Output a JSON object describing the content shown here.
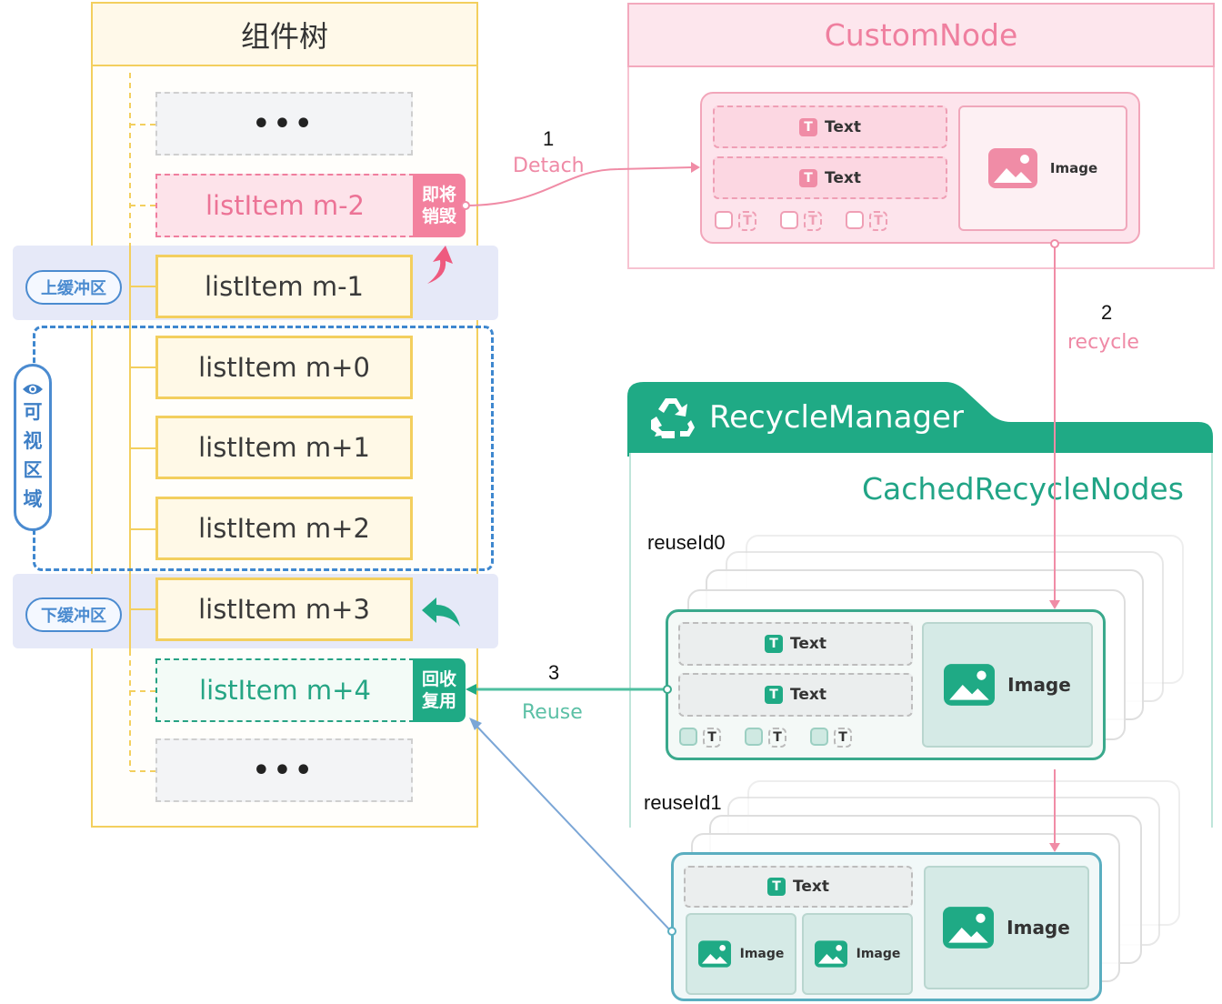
{
  "component_tree": {
    "title": "组件树",
    "upper_buffer_label": "上缓冲区",
    "lower_buffer_label": "下缓冲区",
    "visible_area_label": [
      "可",
      "视",
      "区",
      "域"
    ],
    "items": [
      {
        "label": "•••",
        "state": "placeholder"
      },
      {
        "label": "listItem m-2",
        "state": "to-destroy",
        "tag": [
          "即将",
          "销毁"
        ]
      },
      {
        "label": "listItem m-1",
        "state": "upper-buffer"
      },
      {
        "label": "listItem m+0",
        "state": "visible"
      },
      {
        "label": "listItem m+1",
        "state": "visible"
      },
      {
        "label": "listItem m+2",
        "state": "visible"
      },
      {
        "label": "listItem m+3",
        "state": "lower-buffer"
      },
      {
        "label": "listItem m+4",
        "state": "reused",
        "tag": [
          "回收",
          "复用"
        ]
      },
      {
        "label": "•••",
        "state": "placeholder"
      }
    ]
  },
  "steps": [
    {
      "number": "1",
      "label": "Detach",
      "color": "#ef8aa6"
    },
    {
      "number": "2",
      "label": "recycle",
      "color": "#ef8aa6"
    },
    {
      "number": "3",
      "label": "Reuse",
      "color": "#5cc0a6"
    }
  ],
  "custom_node": {
    "title": "CustomNode",
    "text_slots": [
      "Text",
      "Text"
    ],
    "image_label": "Image",
    "text_icon": "T"
  },
  "recycle_manager": {
    "title": "RecycleManager",
    "icon": "recycle-icon",
    "cached_label": "CachedRecycleNodes",
    "groups": [
      {
        "reuse_id": "reuseId0",
        "text_slots": [
          "Text",
          "Text"
        ],
        "image_label": "Image"
      },
      {
        "reuse_id": "reuseId1",
        "text_slots": [
          "Text"
        ],
        "small_images": [
          "Image",
          "Image"
        ],
        "image_label": "Image"
      }
    ]
  },
  "colors": {
    "tree_border": "#f3cf5e",
    "pink_accent": "#f3819e",
    "green_accent": "#1faa85",
    "blue_accent": "#3e87cf",
    "buffer_band": "#e6e9f8"
  }
}
